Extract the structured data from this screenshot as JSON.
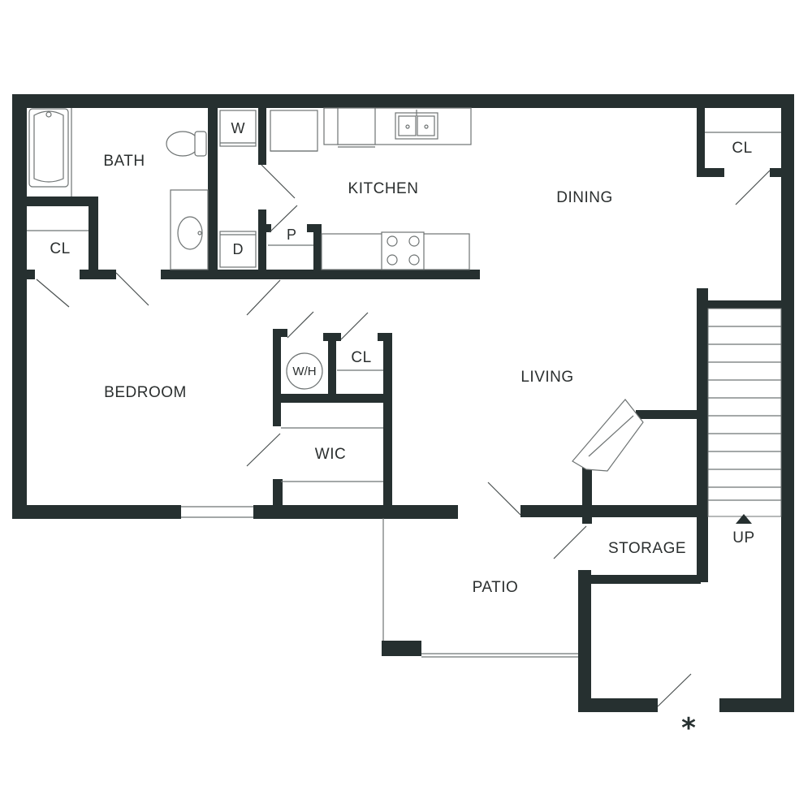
{
  "plan": {
    "colors": {
      "wall": "#263030",
      "text": "#2b2f2f",
      "fixture": "#6e7373"
    },
    "rooms": {
      "bath": "BATH",
      "cl_bath": "CL",
      "kitchen": "KITCHEN",
      "dining": "DINING",
      "cl_dining": "CL",
      "washer": "W",
      "dryer": "D",
      "pantry": "P",
      "bedroom": "BEDROOM",
      "water_heater": "W/H",
      "cl_hall": "CL",
      "wic": "WIC",
      "living": "LIVING",
      "storage": "STORAGE",
      "patio": "PATIO",
      "stairs_up": "UP",
      "entry_marker": "*"
    },
    "icons": [
      "bathtub-icon",
      "toilet-icon",
      "sink-icon",
      "kitchen-sink-icon",
      "stove-icon",
      "refrigerator-icon",
      "stair-arrow-icon"
    ]
  }
}
